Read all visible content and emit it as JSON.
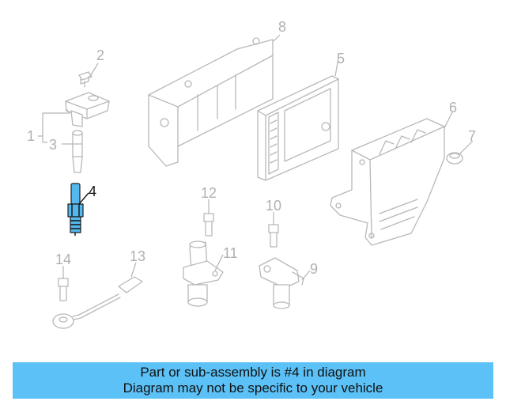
{
  "diagram": {
    "callouts": {
      "c1": "1",
      "c2": "2",
      "c3": "3",
      "c4": "4",
      "c5": "5",
      "c6": "6",
      "c7": "7",
      "c8": "8",
      "c9": "9",
      "c10": "10",
      "c11": "11",
      "c12": "12",
      "c13": "13",
      "c14": "14"
    },
    "highlighted_part": "4",
    "colors": {
      "highlight": "#54b8ee",
      "line_art": "#b8b8b8",
      "banner": "#5bc1f7"
    }
  },
  "banner": {
    "line1": "Part or sub-assembly is #4 in diagram",
    "line2": "Diagram may not be specific to your vehicle"
  }
}
